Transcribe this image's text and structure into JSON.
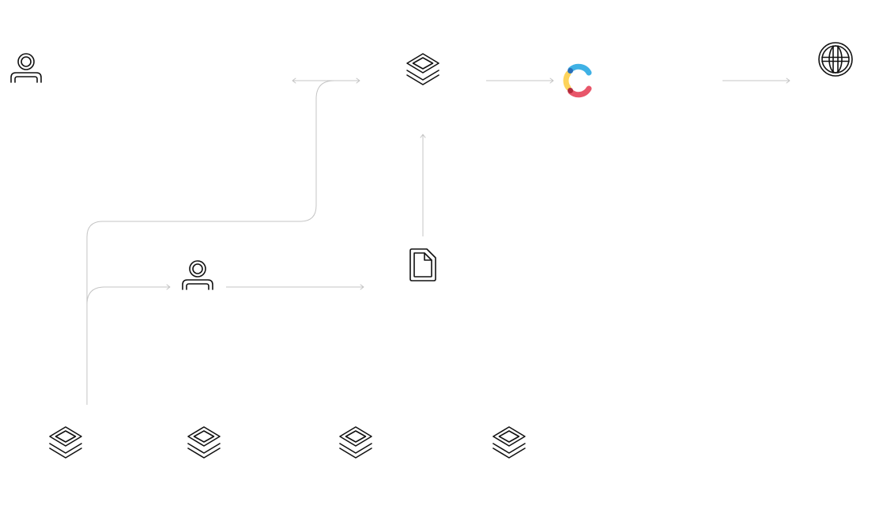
{
  "diagram": {
    "nodes": [
      {
        "id": "user-top-left",
        "icon": "user-icon"
      },
      {
        "id": "layers-hub",
        "icon": "layers-icon"
      },
      {
        "id": "contentful-logo",
        "icon": "contentful-logo-icon"
      },
      {
        "id": "globe",
        "icon": "globe-icon"
      },
      {
        "id": "user-middle",
        "icon": "user-icon"
      },
      {
        "id": "document",
        "icon": "document-icon"
      },
      {
        "id": "layers-bottom-1",
        "icon": "layers-icon"
      },
      {
        "id": "layers-bottom-2",
        "icon": "layers-icon"
      },
      {
        "id": "layers-bottom-3",
        "icon": "layers-icon"
      },
      {
        "id": "layers-bottom-4",
        "icon": "layers-icon"
      }
    ],
    "colors": {
      "connector": "#c4c4c4",
      "icon_stroke": "#111111",
      "logo_blue": "#3fb1e5",
      "logo_yellow": "#fdd35b",
      "logo_red": "#e8566a",
      "logo_dark_blue": "#2a6fb8",
      "logo_dark_red": "#b32c3d"
    }
  }
}
